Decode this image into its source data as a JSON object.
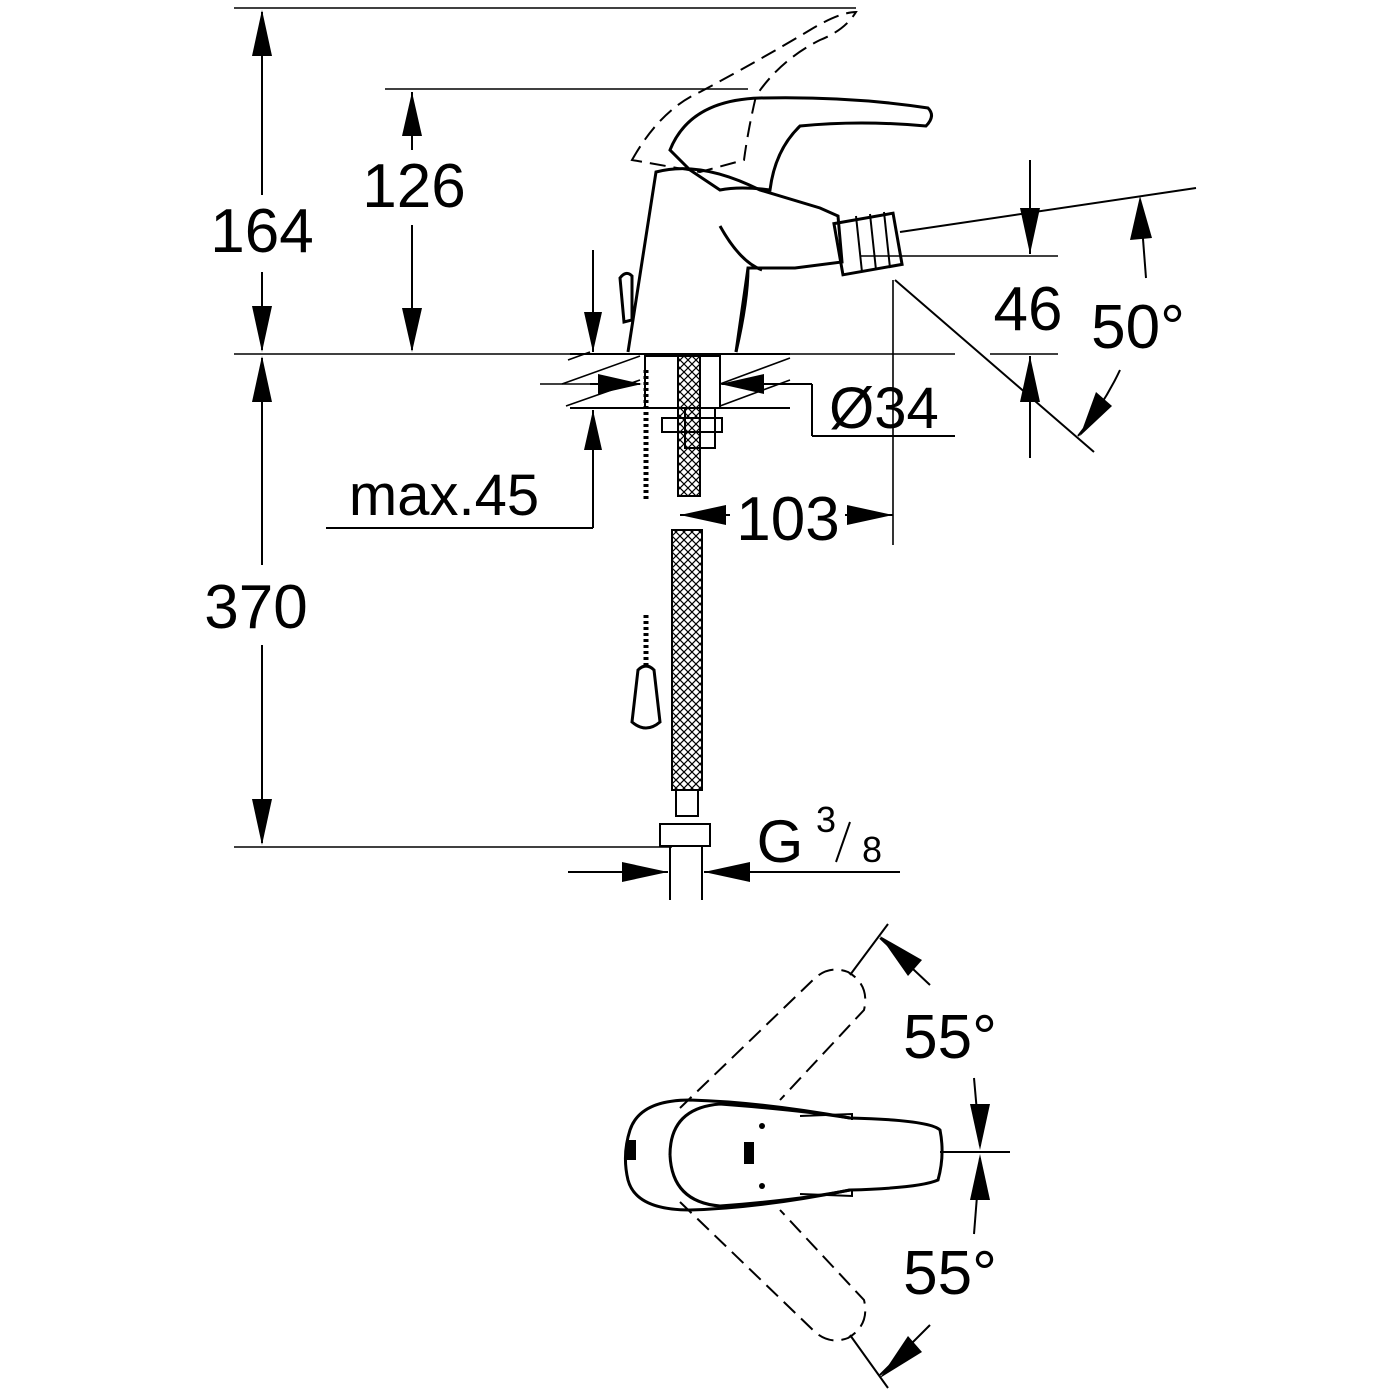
{
  "side_view": {
    "dim_total_height": "164",
    "dim_lever_height": "126",
    "dim_spout_height": "46",
    "dim_spout_angle": "50°",
    "dim_hole_diameter": "Ø34",
    "dim_max_deck": "max.45",
    "dim_spout_reach": "103",
    "dim_hose_length": "370",
    "dim_thread_main": "G",
    "dim_thread_num": "3",
    "dim_thread_den": "8"
  },
  "top_view": {
    "dim_angle_upper": "55°",
    "dim_angle_lower": "55°"
  }
}
